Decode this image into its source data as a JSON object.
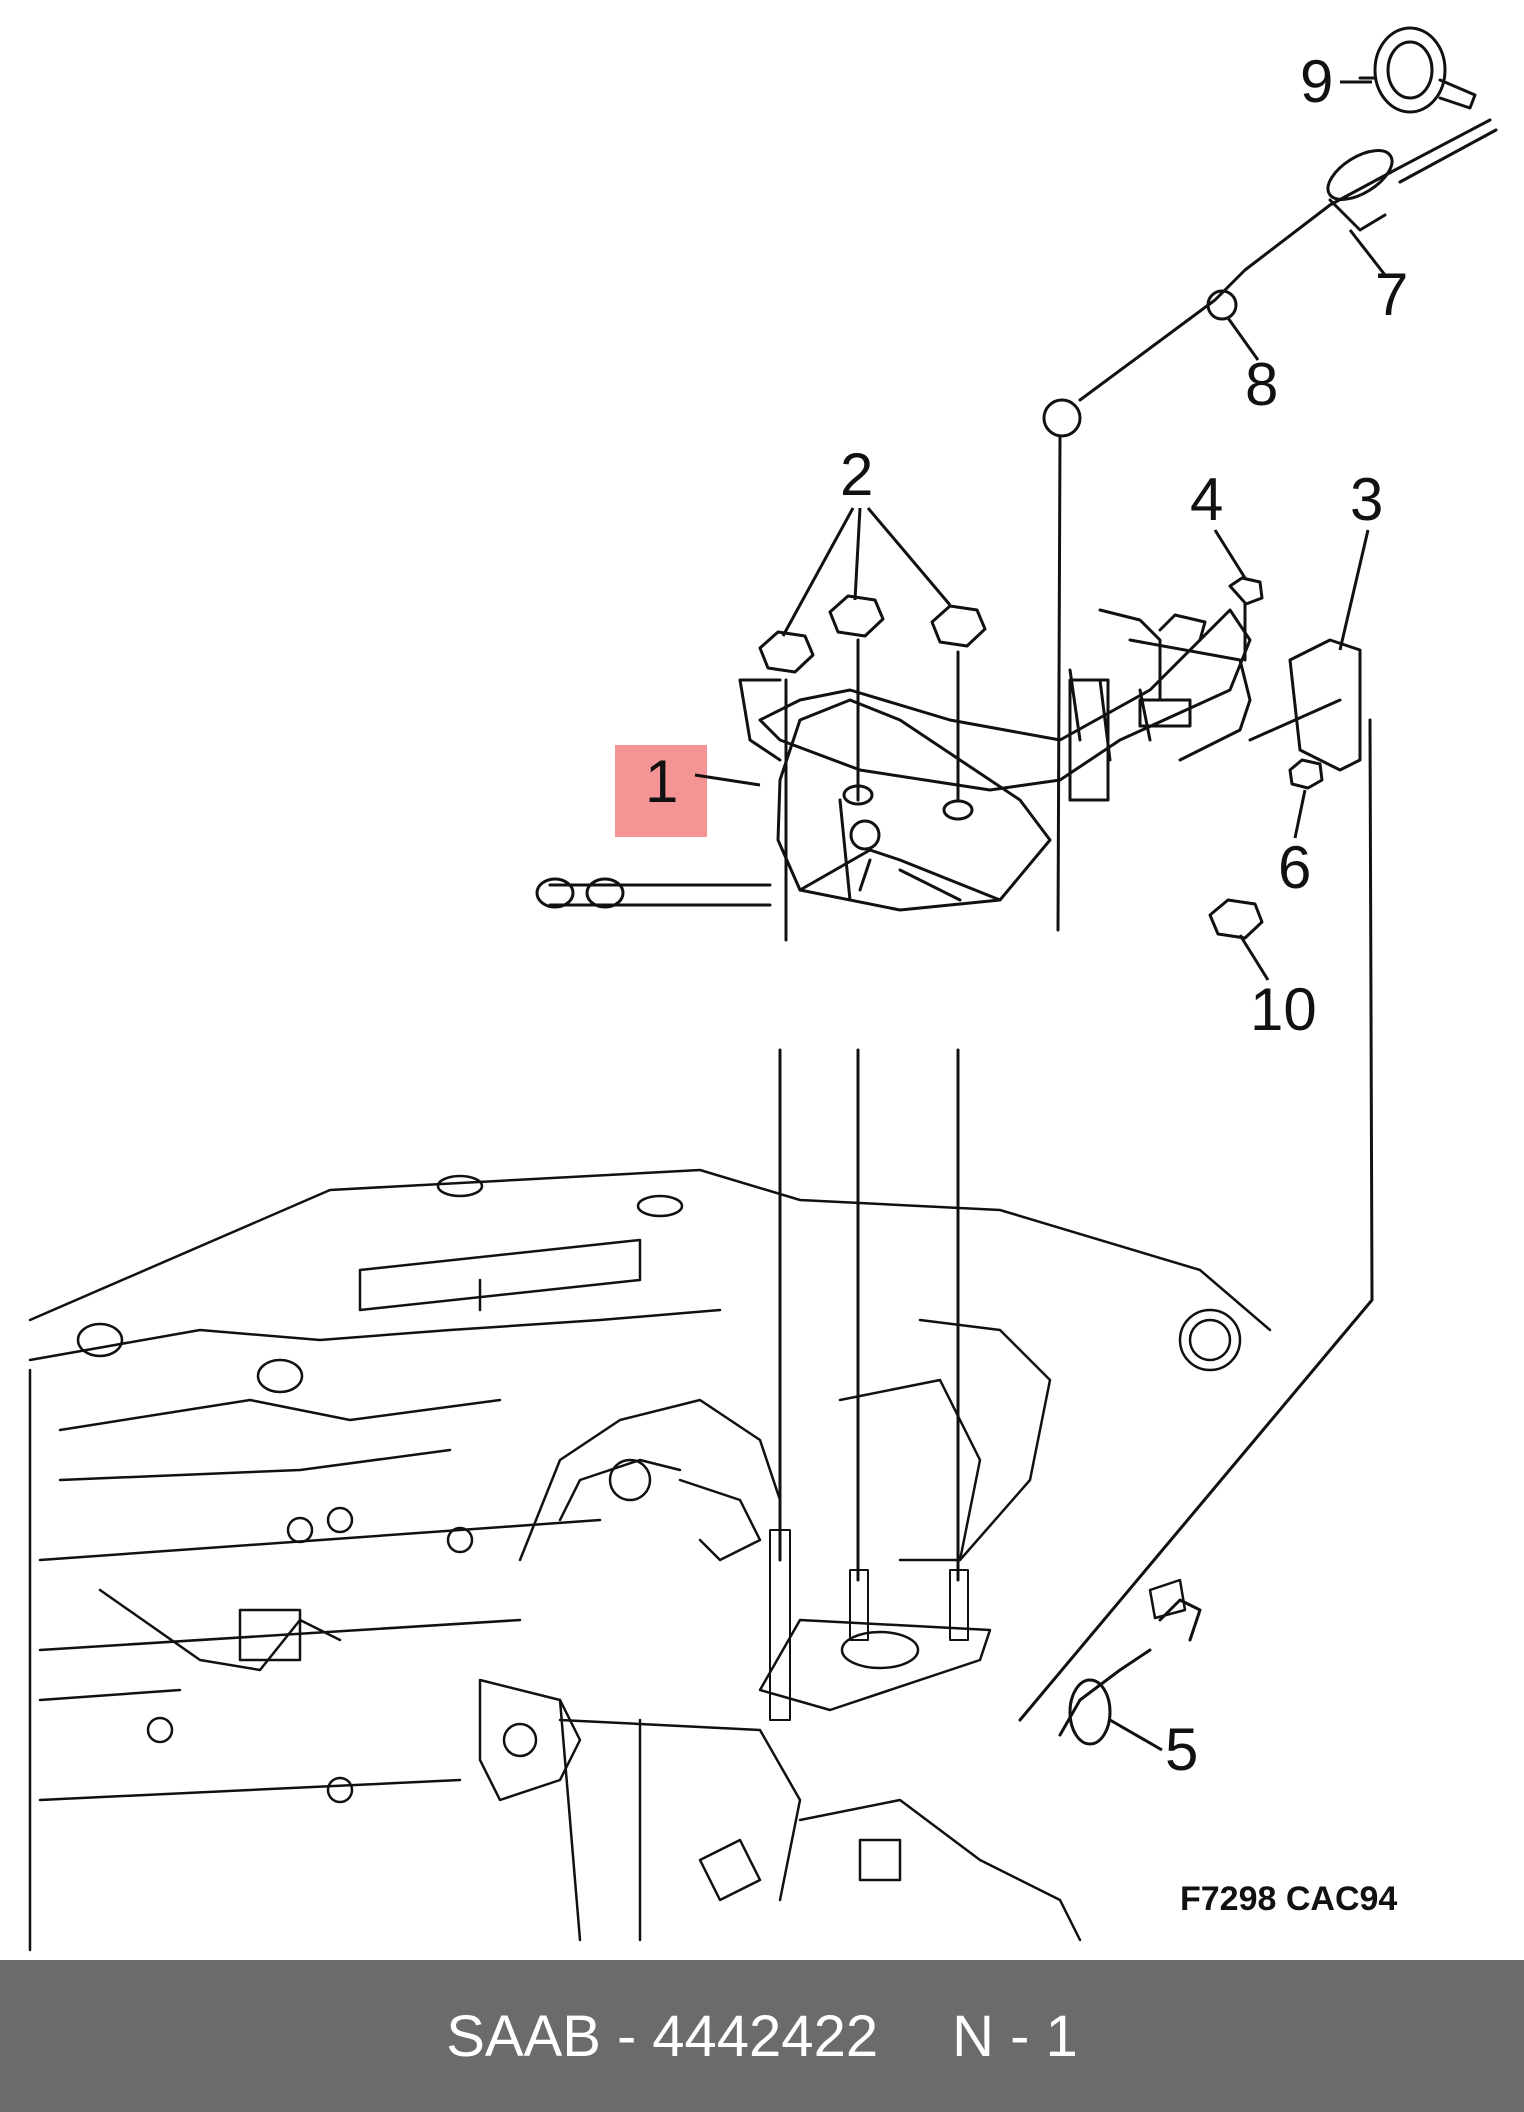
{
  "diagram": {
    "callouts": [
      "1",
      "2",
      "3",
      "4",
      "5",
      "6",
      "7",
      "8",
      "9",
      "10"
    ],
    "figure_code": "F7298 CAC94",
    "highlight_color": "#f05a5a"
  },
  "footer": {
    "brand": "SAAB",
    "separator": "-",
    "part_number": "4442422",
    "position": "N - 1",
    "background": "#6b6b6b"
  }
}
